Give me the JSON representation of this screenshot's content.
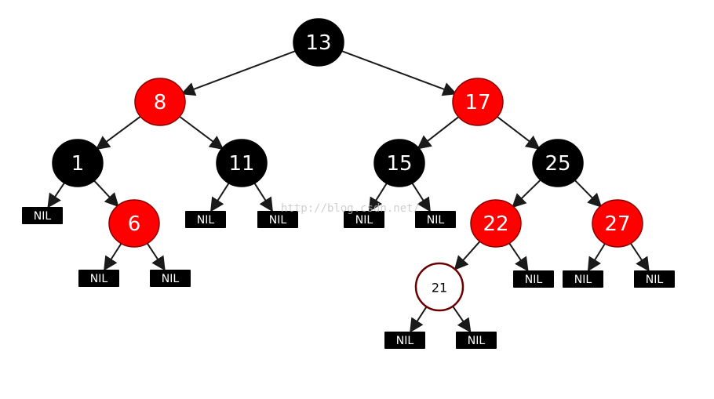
{
  "diagram": {
    "colors": {
      "black": "#000000",
      "red": "#ff0000",
      "white": "#ffffff",
      "outline": "#6b0000",
      "edge": "#1a1a1a"
    },
    "nodes": [
      {
        "id": "n13",
        "label": "13",
        "color": "black"
      },
      {
        "id": "n8",
        "label": "8",
        "color": "red"
      },
      {
        "id": "n17",
        "label": "17",
        "color": "red"
      },
      {
        "id": "n1",
        "label": "1",
        "color": "black"
      },
      {
        "id": "n11",
        "label": "11",
        "color": "black"
      },
      {
        "id": "n15",
        "label": "15",
        "color": "black"
      },
      {
        "id": "n25",
        "label": "25",
        "color": "black"
      },
      {
        "id": "n6",
        "label": "6",
        "color": "red"
      },
      {
        "id": "n22",
        "label": "22",
        "color": "red"
      },
      {
        "id": "n27",
        "label": "27",
        "color": "red"
      },
      {
        "id": "n21",
        "label": "21",
        "color": "white"
      }
    ],
    "nil_label": "NIL",
    "nils": [
      "nil1",
      "nil2",
      "nil3",
      "nil4",
      "nil5",
      "nil6",
      "nil7",
      "nil8",
      "nil9",
      "nil10",
      "nil11",
      "nil12"
    ],
    "edges": [
      [
        "n13",
        "n8"
      ],
      [
        "n13",
        "n17"
      ],
      [
        "n8",
        "n1"
      ],
      [
        "n8",
        "n11"
      ],
      [
        "n17",
        "n15"
      ],
      [
        "n17",
        "n25"
      ],
      [
        "n1",
        "nil1"
      ],
      [
        "n1",
        "n6"
      ],
      [
        "n6",
        "nil2"
      ],
      [
        "n6",
        "nil3"
      ],
      [
        "n11",
        "nil4"
      ],
      [
        "n11",
        "nil5"
      ],
      [
        "n15",
        "nil6"
      ],
      [
        "n15",
        "nil7"
      ],
      [
        "n25",
        "n22"
      ],
      [
        "n25",
        "n27"
      ],
      [
        "n22",
        "n21"
      ],
      [
        "n22",
        "nil8"
      ],
      [
        "n27",
        "nil9"
      ],
      [
        "n27",
        "nil10"
      ],
      [
        "n21",
        "nil11"
      ],
      [
        "n21",
        "nil12"
      ]
    ],
    "watermark": "http://blog.csdn.net/"
  }
}
